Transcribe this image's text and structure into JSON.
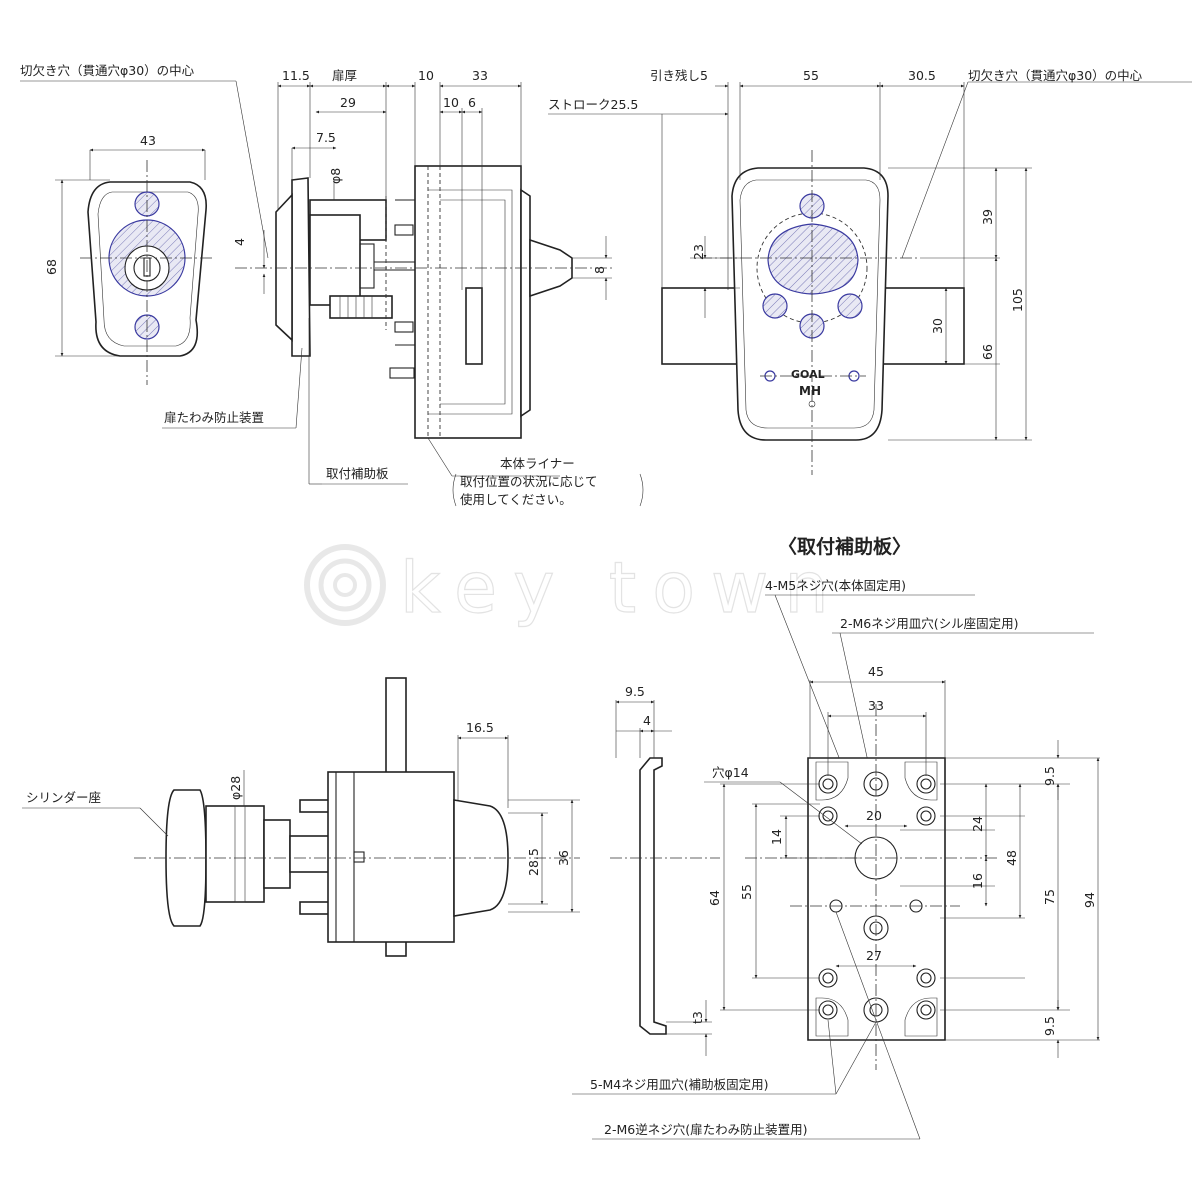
{
  "labels": {
    "cutout_center_left": "切欠き穴（貫通穴φ30）の中心",
    "cutout_center_right": "切欠き穴（貫通穴φ30）の中心",
    "door_sag_prevention": "扉たわみ防止装置",
    "mounting_aux_plate": "取付補助板",
    "body_liner": "本体ライナー",
    "liner_note_1": "取付位置の状況に応じて",
    "liner_note_2": "使用してください。",
    "cylinder_seat": "シリンダー座",
    "plate_title": "〈取付補助板〉",
    "m5_holes": "4-M5ネジ穴(本体固定用)",
    "m6_counter": "2-M6ネジ用皿穴(シル座固定用)",
    "m4_counter": "5-M4ネジ用皿穴(補助板固定用)",
    "m6_reverse": "2-M6逆ネジ穴(扉たわみ防止装置用)",
    "hole14": "穴φ14",
    "stroke": "ストローク25.5",
    "remainder": "引き残し5",
    "door_thickness": "扉厚",
    "logo_top": "GOAL",
    "logo_bottom": "MH"
  },
  "dims": {
    "d43": "43",
    "d68": "68",
    "d4": "4",
    "d11_5": "11.5",
    "d10a": "10",
    "d33a": "33",
    "d29": "29",
    "d10b": "10",
    "d6": "6",
    "d7_5": "7.5",
    "d8phi": "φ8",
    "d8": "8",
    "d55a": "55",
    "d30_5": "30.5",
    "d23": "23",
    "d39": "39",
    "d105": "105",
    "d30": "30",
    "d66": "66",
    "d9_5a": "9.5",
    "d4b": "4",
    "d16_5": "16.5",
    "d28phi": "φ28",
    "d28_5": "28.5",
    "d36": "36",
    "t3": "t3",
    "d45": "45",
    "d33b": "33",
    "d9_5b": "9.5",
    "d20": "20",
    "d24": "24",
    "d14": "14",
    "d48": "48",
    "d16": "16",
    "d64": "64",
    "d55b": "55",
    "d75": "75",
    "d94": "94",
    "d27": "27",
    "d9_5c": "9.5"
  },
  "watermark": "key town"
}
